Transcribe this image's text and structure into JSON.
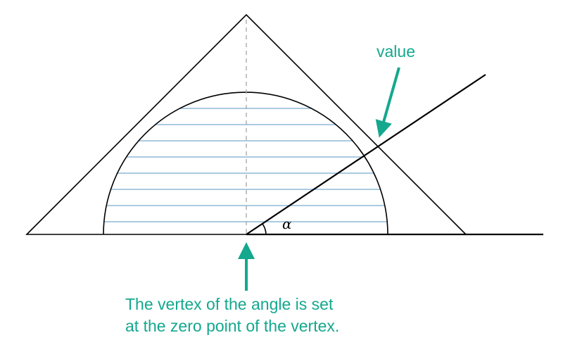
{
  "labels": {
    "value": "value",
    "angle_symbol": "α",
    "vertex_note_line1": "The vertex of the angle is set",
    "vertex_note_line2": "at the zero point of the vertex."
  },
  "colors": {
    "accent": "#14a88e",
    "stripe": "#8fb9d6",
    "line": "#000000",
    "center_dash": "#aaaaaa"
  },
  "angle_deg": 31
}
